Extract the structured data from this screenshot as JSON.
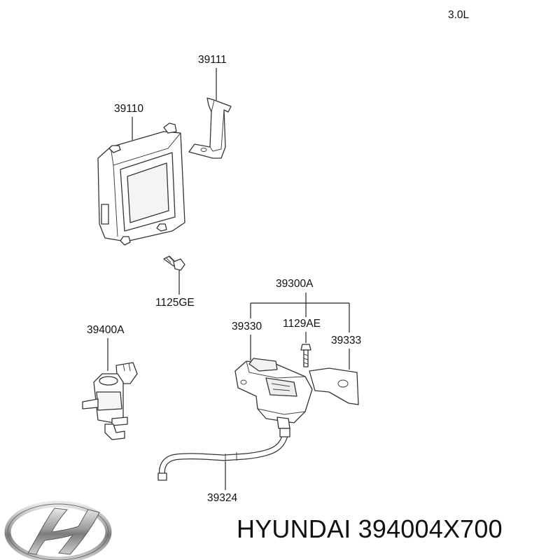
{
  "engine_label": "3.0L",
  "callouts": {
    "bracket": "39111",
    "ecu": "39110",
    "bolt": "1125GE",
    "sensor_assy": "39300A",
    "sensor": "39330",
    "sensor_bolt": "1129AE",
    "sensor_bracket": "39333",
    "solenoid_valve": "39400A",
    "hose": "39324"
  },
  "footer": {
    "brand": "HYUNDAI",
    "part_number": "394004X700",
    "logo": "hyundai-logo-icon"
  }
}
